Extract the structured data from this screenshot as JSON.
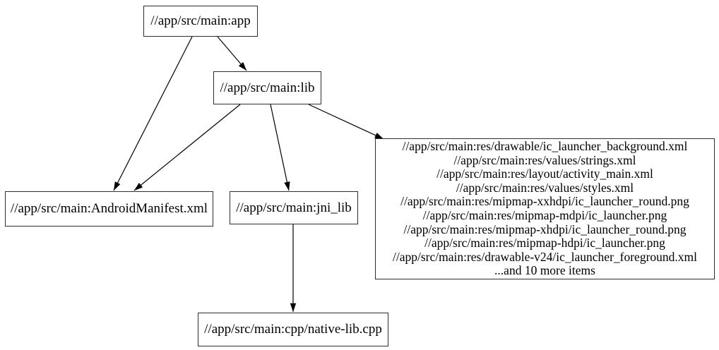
{
  "graph": {
    "background_color": "#ffffff",
    "node_border_color": "#2e2e2e",
    "edge_color": "#000000",
    "text_color": "#000000",
    "nodes": {
      "app": {
        "label": "//app/src/main:app"
      },
      "lib": {
        "label": "//app/src/main:lib"
      },
      "manifest": {
        "label": "//app/src/main:AndroidManifest.xml"
      },
      "jni_lib": {
        "label": "//app/src/main:jni_lib"
      },
      "cpp": {
        "label": "//app/src/main:cpp/native-lib.cpp"
      },
      "resources": {
        "lines": [
          "//app/src/main:res/drawable/ic_launcher_background.xml",
          "//app/src/main:res/values/strings.xml",
          "//app/src/main:res/layout/activity_main.xml",
          "//app/src/main:res/values/styles.xml",
          "//app/src/main:res/mipmap-xxhdpi/ic_launcher_round.png",
          "//app/src/main:res/mipmap-mdpi/ic_launcher.png",
          "//app/src/main:res/mipmap-xhdpi/ic_launcher_round.png",
          "//app/src/main:res/mipmap-hdpi/ic_launcher.png",
          "//app/src/main:res/drawable-v24/ic_launcher_foreground.xml",
          "...and 10 more items"
        ]
      }
    },
    "edges": [
      {
        "from": "//app/src/main:app",
        "to": "//app/src/main:AndroidManifest.xml"
      },
      {
        "from": "//app/src/main:app",
        "to": "//app/src/main:lib"
      },
      {
        "from": "//app/src/main:lib",
        "to": "//app/src/main:AndroidManifest.xml"
      },
      {
        "from": "//app/src/main:lib",
        "to": "//app/src/main:jni_lib"
      },
      {
        "from": "//app/src/main:lib",
        "to": "resources-file-group"
      },
      {
        "from": "//app/src/main:jni_lib",
        "to": "//app/src/main:cpp/native-lib.cpp"
      }
    ]
  }
}
